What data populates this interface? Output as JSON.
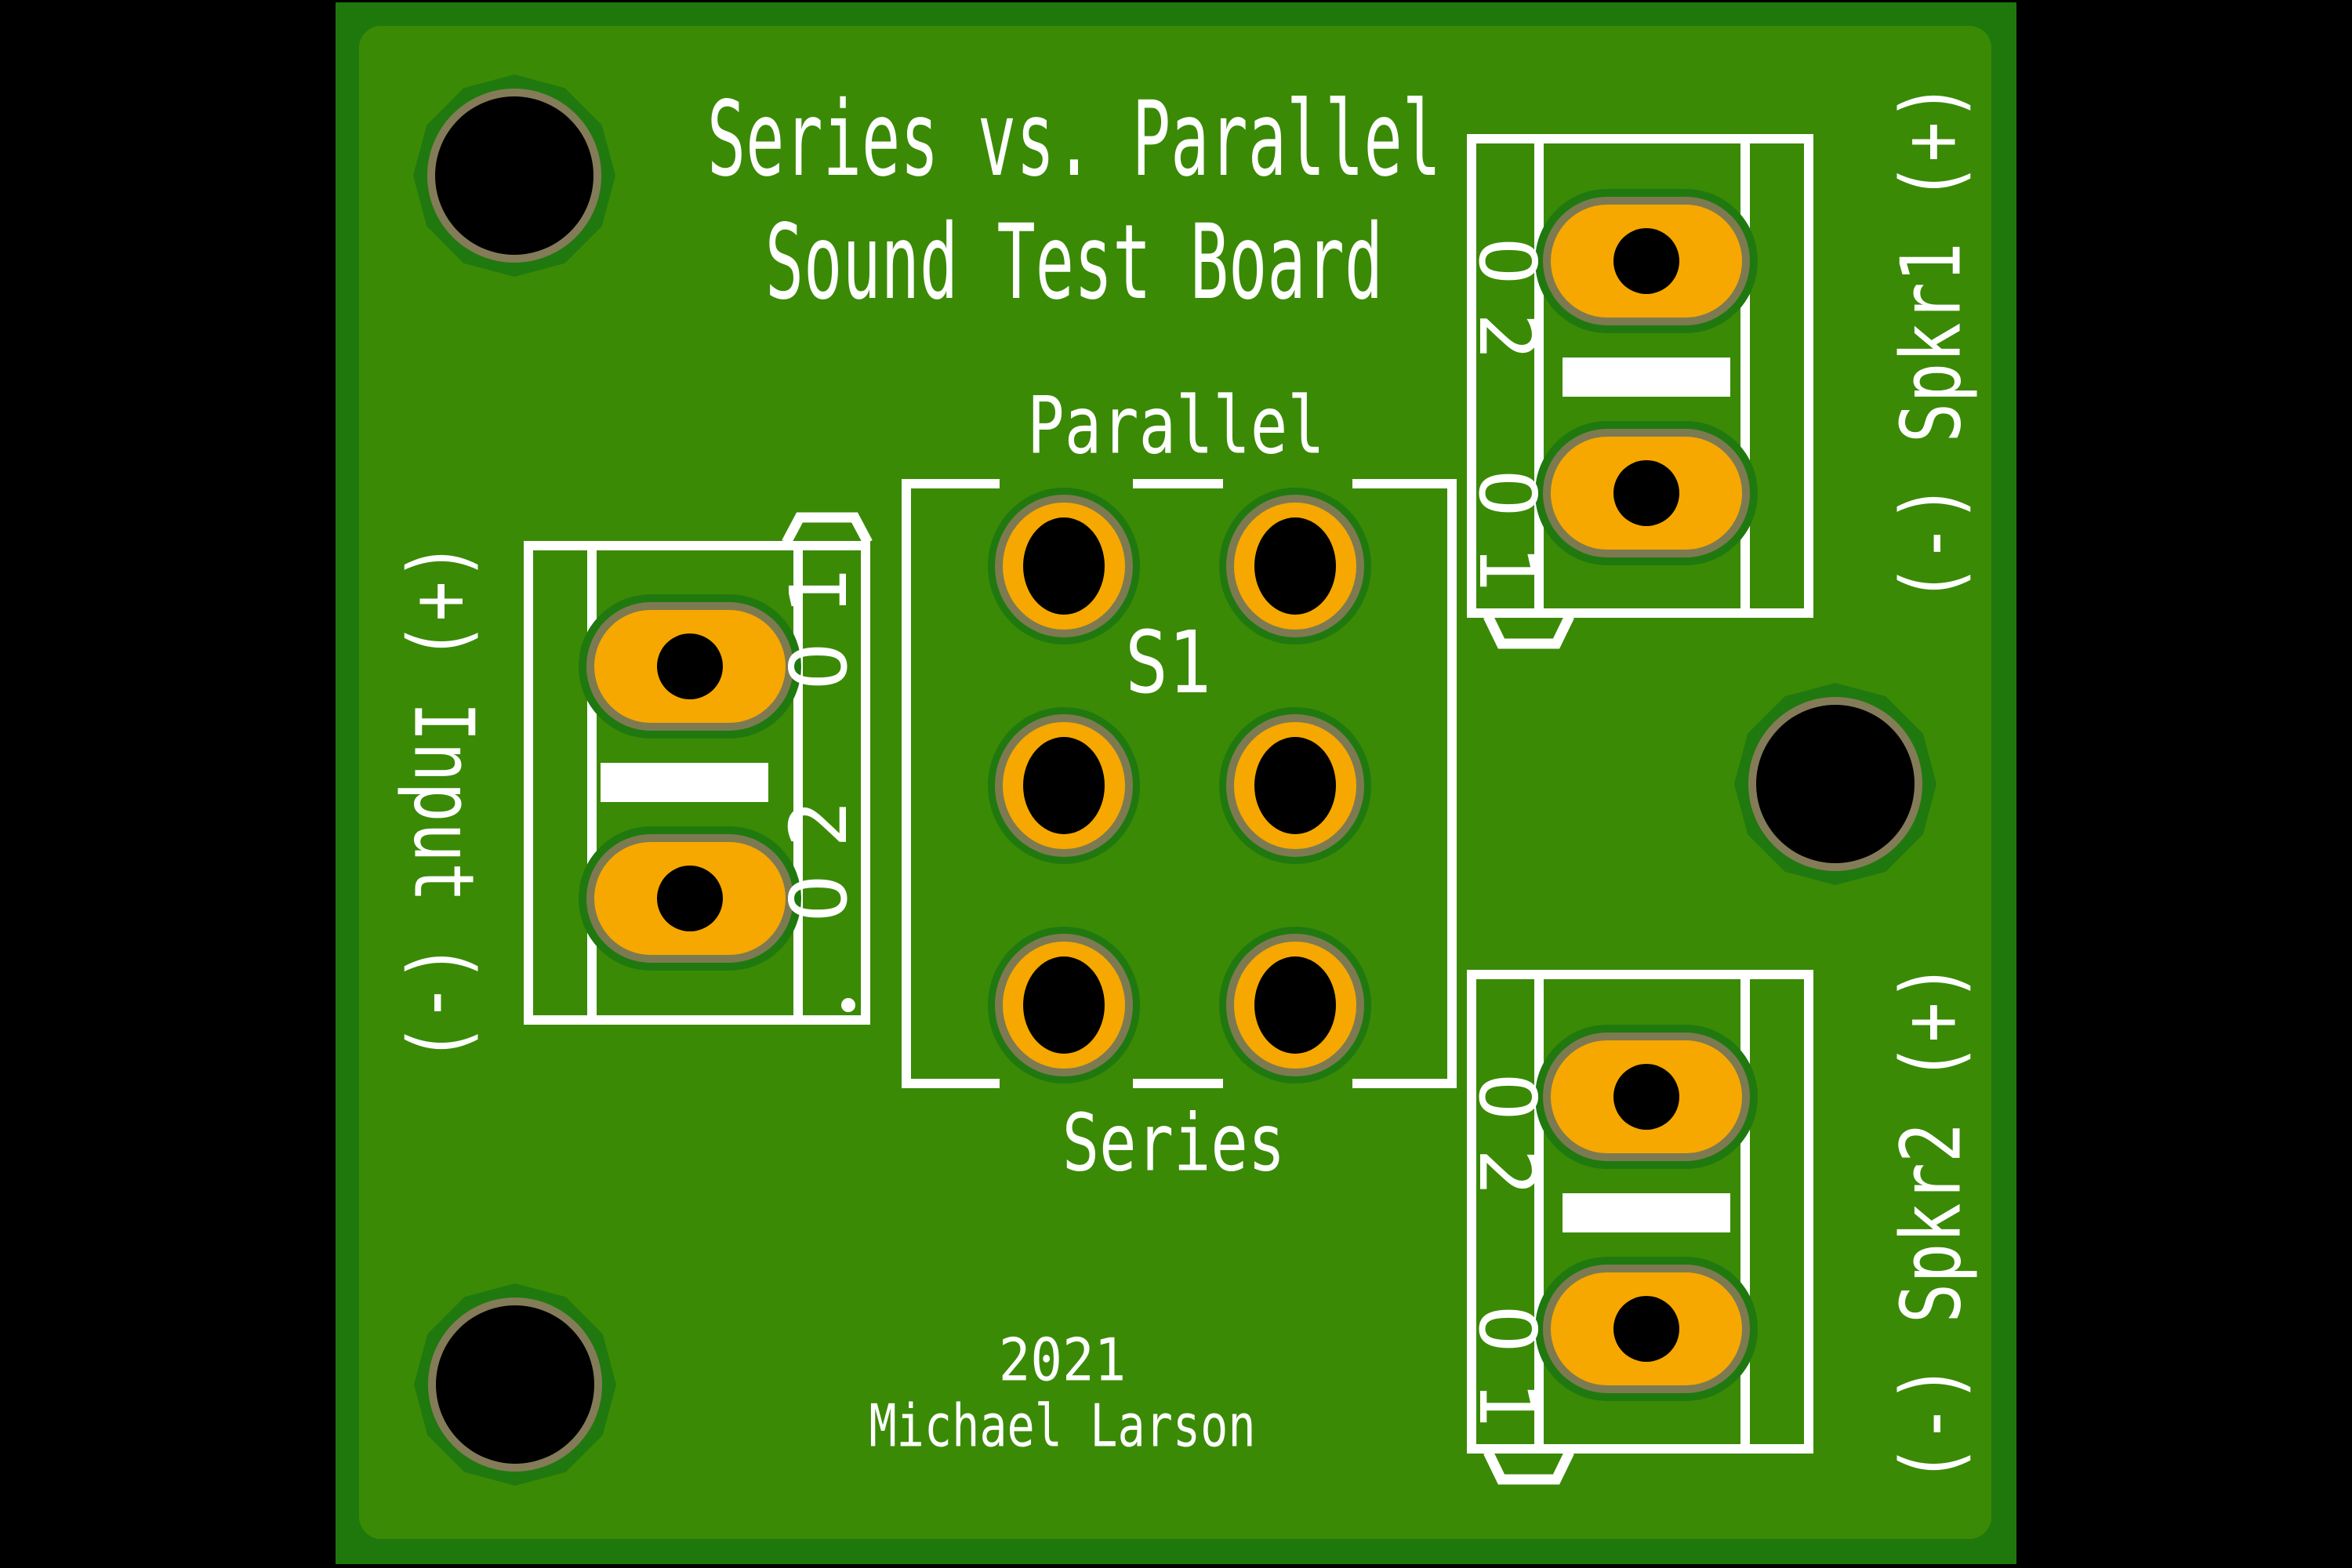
{
  "board": {
    "title_line1": "Series vs. Parallel",
    "title_line2": "Sound Test Board",
    "year": "2021",
    "author": "Michael Larson",
    "colors": {
      "background": "#000000",
      "board_green": "#3a8a06",
      "board_edge_green": "#1e780c",
      "pad_halo_green": "#20790e",
      "pad_copper_orange": "#f6a800",
      "pad_ring_olive": "#7d7a52",
      "mount_ring_tan": "#847c58",
      "silkscreen": "#ffffff"
    }
  },
  "switch": {
    "designator": "S1",
    "label_top": "Parallel",
    "label_bottom": "Series"
  },
  "connectors": {
    "input": {
      "label": "(+) Input (-)",
      "pin_labels": [
        "1",
        "O",
        "2",
        "O"
      ]
    },
    "spkr1": {
      "label": "(-) Spkr1 (+)",
      "pin_labels": [
        "O",
        "2",
        "O",
        "1"
      ]
    },
    "spkr2": {
      "label": "(-) Spkr2 (+)",
      "pin_labels": [
        "O",
        "2",
        "O",
        "1"
      ]
    }
  }
}
